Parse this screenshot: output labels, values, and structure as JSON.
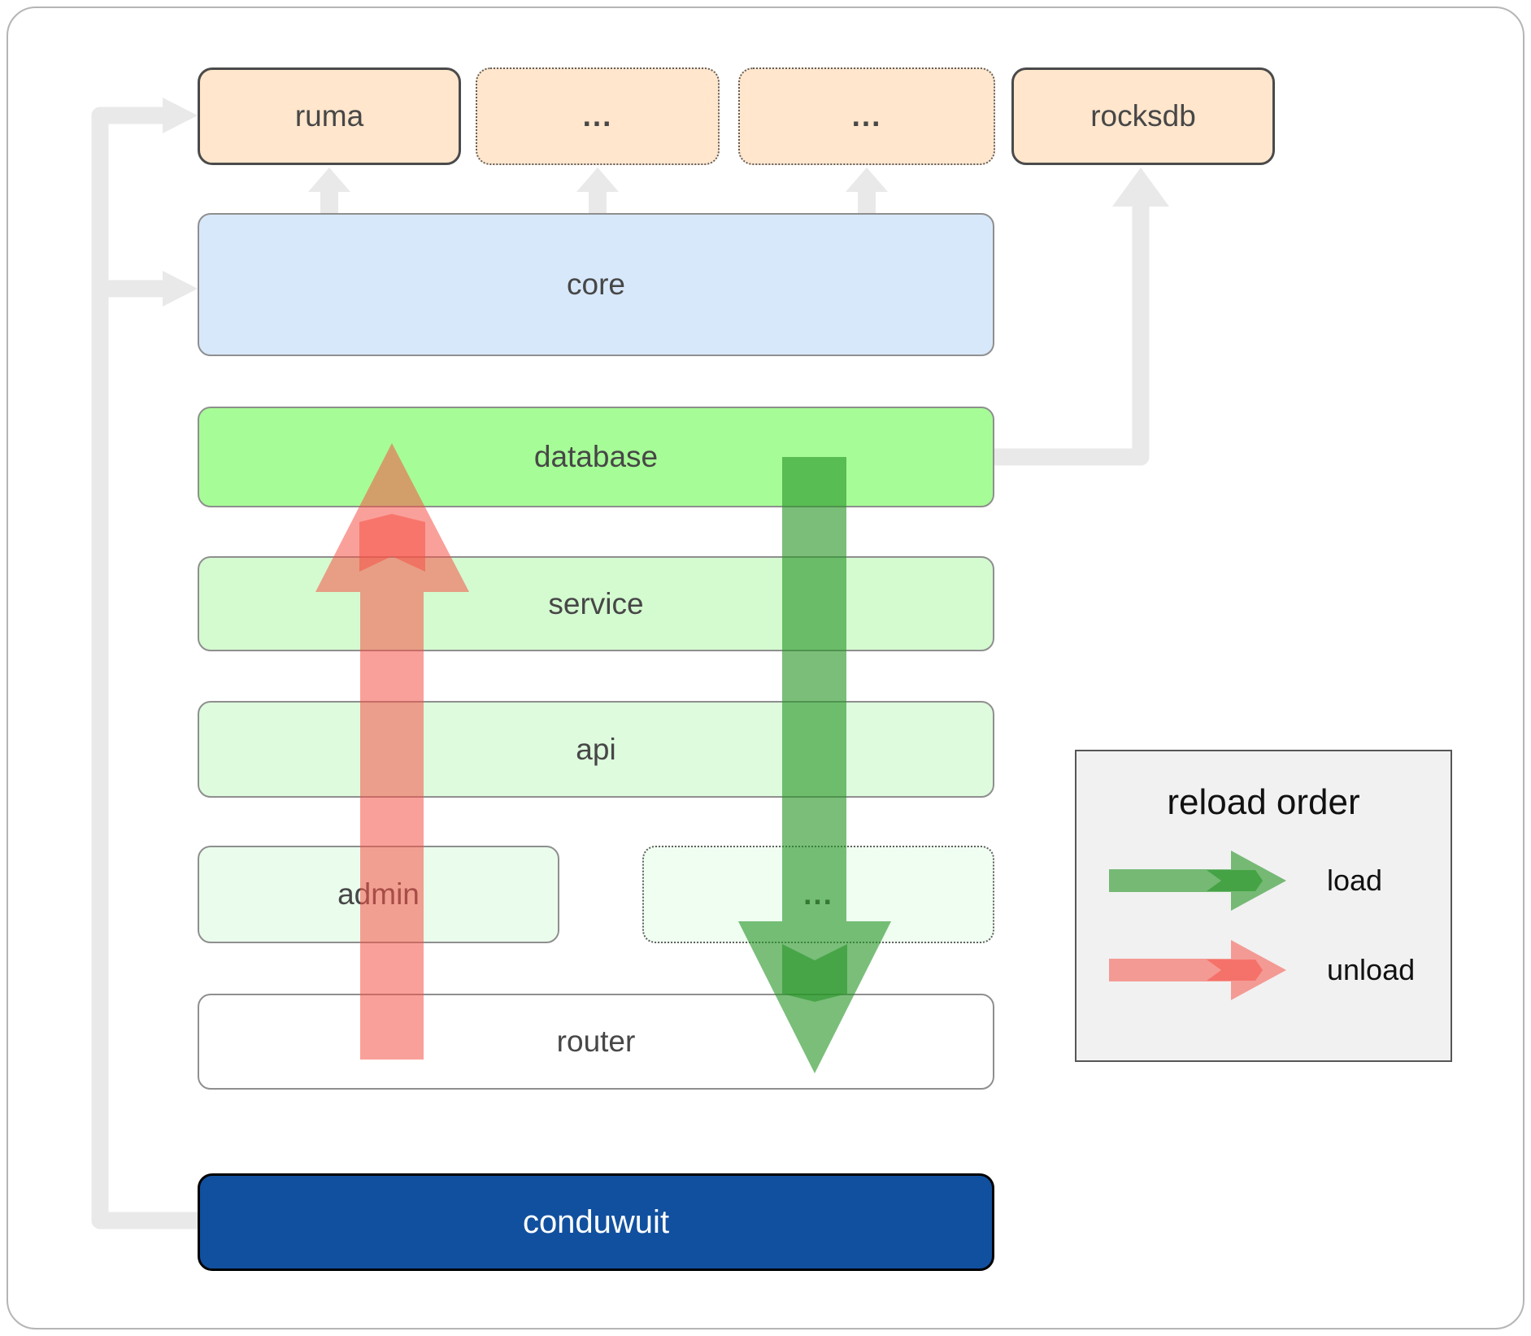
{
  "boxes": {
    "ruma": {
      "label": "ruma"
    },
    "ellipsis1": {
      "label": "..."
    },
    "ellipsis2": {
      "label": "..."
    },
    "rocksdb": {
      "label": "rocksdb"
    },
    "core": {
      "label": "core"
    },
    "database": {
      "label": "database"
    },
    "service": {
      "label": "service"
    },
    "api": {
      "label": "api"
    },
    "admin": {
      "label": "admin"
    },
    "admin_ellipsis": {
      "label": "..."
    },
    "router": {
      "label": "router"
    },
    "conduwuit": {
      "label": "conduwuit"
    }
  },
  "legend": {
    "title": "reload order",
    "items": [
      {
        "label": "load",
        "color": "green"
      },
      {
        "label": "unload",
        "color": "red"
      }
    ]
  },
  "colors": {
    "module_fill": "#ffe6cc",
    "core_fill": "#d7e8fa",
    "database_fill": "#a6fc96",
    "service_fill": "#d4fad0",
    "api_fill": "#defbdd",
    "admin_fill": "#eafcec",
    "admin_ellipsis_fill": "#f0fdf1",
    "router_fill": "#ffffff",
    "conduwuit_fill": "#11509f",
    "conduwuit_text": "#ffffff",
    "arrow_load": "rgba(40,150,40,0.62)",
    "arrow_unload": "rgba(246,82,71,0.55)",
    "connector": "#e9e9e9",
    "legend_bg": "#f1f1f1"
  }
}
